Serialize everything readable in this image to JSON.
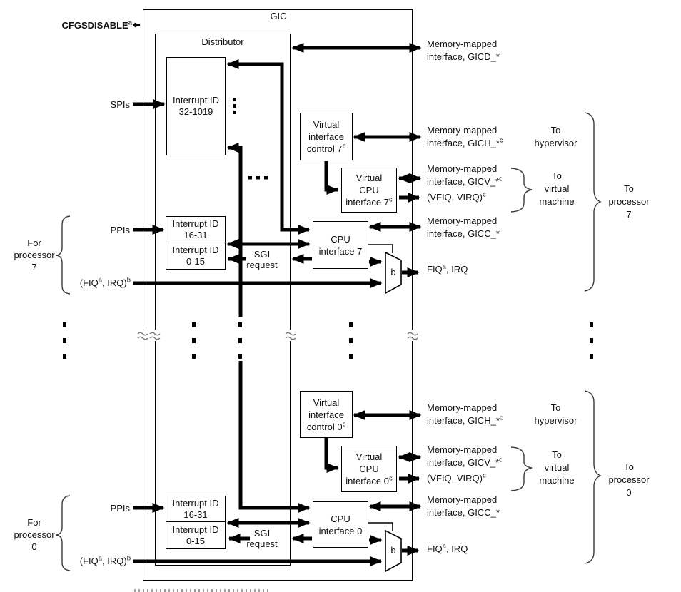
{
  "colors": {
    "ink": "#000000",
    "background": "#ffffff"
  },
  "labels": {
    "gic": "GIC",
    "distributor": "Distributor",
    "cfgsdisable": {
      "text": "CFGSDISABLE",
      "sup": "a"
    },
    "spis": "SPIs",
    "interrupt_id_spi": {
      "line1": "Interrupt ID",
      "line2": "32-1019"
    },
    "gicd": {
      "line1": "Memory-mapped",
      "line2": "interface, GICD_*"
    }
  },
  "sections": {
    "p7": {
      "virtual_interface_control": {
        "line1": "Virtual",
        "line2": "interface",
        "line3": "control 7",
        "sup": "c"
      },
      "virtual_cpu_interface": {
        "line1": "Virtual",
        "line2": "CPU",
        "line3": "interface 7",
        "sup": "c"
      },
      "cpu_interface": {
        "line1": "CPU",
        "line2": "interface 7"
      },
      "interrupt_id_ppi": {
        "line1": "Interrupt ID",
        "line2": "16-31"
      },
      "interrupt_id_sgi": {
        "line1": "Interrupt ID",
        "line2": "0-15"
      },
      "sgi_request": {
        "line1": "SGI",
        "line2": "request"
      },
      "ppis": "PPIs",
      "for_processor": {
        "line1": "For",
        "line2": "processor",
        "line3": "7"
      },
      "fiq_bypass": {
        "p1": "(FIQ",
        "s1": "a",
        "p2": ", IRQ)",
        "s2": "b"
      },
      "gich": {
        "line1": "Memory-mapped",
        "line2": "interface, GICH_*",
        "sup": "c"
      },
      "gicv": {
        "line1": "Memory-mapped",
        "line2": "interface, GICV_*",
        "sup": "c"
      },
      "vfiq": {
        "text": "(VFIQ, VIRQ)",
        "sup": "c"
      },
      "gicc": {
        "line1": "Memory-mapped",
        "line2": "interface, GICC_*"
      },
      "fiq_out": {
        "p1": "FIQ",
        "s1": "a",
        "p2": ", IRQ"
      },
      "to_hypervisor": {
        "line1": "To",
        "line2": "hypervisor"
      },
      "to_virtual_machine": {
        "line1": "To",
        "line2": "virtual",
        "line3": "machine"
      },
      "to_processor": {
        "line1": "To",
        "line2": "processor",
        "line3": "7"
      },
      "mux": "b"
    },
    "p0": {
      "virtual_interface_control": {
        "line1": "Virtual",
        "line2": "interface",
        "line3": "control 0",
        "sup": "c"
      },
      "virtual_cpu_interface": {
        "line1": "Virtual",
        "line2": "CPU",
        "line3": "interface 0",
        "sup": "c"
      },
      "cpu_interface": {
        "line1": "CPU",
        "line2": "interface 0"
      },
      "interrupt_id_ppi": {
        "line1": "Interrupt ID",
        "line2": "16-31"
      },
      "interrupt_id_sgi": {
        "line1": "Interrupt ID",
        "line2": "0-15"
      },
      "sgi_request": {
        "line1": "SGI",
        "line2": "request"
      },
      "ppis": "PPIs",
      "for_processor": {
        "line1": "For",
        "line2": "processor",
        "line3": "0"
      },
      "fiq_bypass": {
        "p1": "(FIQ",
        "s1": "a",
        "p2": ", IRQ)",
        "s2": "b"
      },
      "gich": {
        "line1": "Memory-mapped",
        "line2": "interface, GICH_*",
        "sup": "c"
      },
      "gicv": {
        "line1": "Memory-mapped",
        "line2": "interface, GICV_*",
        "sup": "c"
      },
      "vfiq": {
        "text": "(VFIQ, VIRQ)",
        "sup": "c"
      },
      "gicc": {
        "line1": "Memory-mapped",
        "line2": "interface, GICC_*"
      },
      "fiq_out": {
        "p1": "FIQ",
        "s1": "a",
        "p2": ", IRQ"
      },
      "to_hypervisor": {
        "line1": "To",
        "line2": "hypervisor"
      },
      "to_virtual_machine": {
        "line1": "To",
        "line2": "virtual",
        "line3": "machine"
      },
      "to_processor": {
        "line1": "To",
        "line2": "processor",
        "line3": "0"
      },
      "mux": "b"
    }
  }
}
